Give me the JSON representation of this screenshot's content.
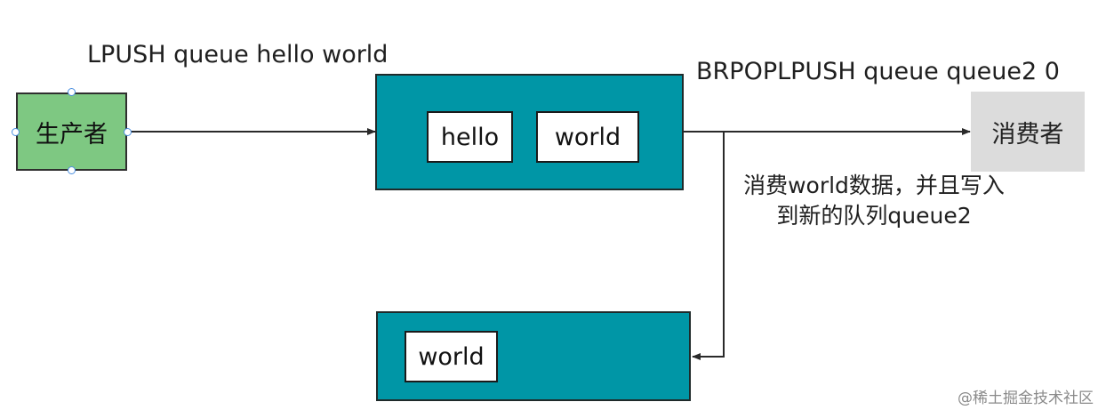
{
  "diagram": {
    "producer": {
      "label": "生产者",
      "color": "#7ec882"
    },
    "consumer": {
      "label": "消费者",
      "color": "#dcdcdc"
    },
    "queue": {
      "color": "#0096a6",
      "items": [
        "hello",
        "world"
      ]
    },
    "queue2": {
      "color": "#0096a6",
      "items": [
        "world"
      ]
    },
    "commands": {
      "lpush": "LPUSH queue hello world",
      "brpoplpush": "BRPOPLPUSH queue queue2 0"
    },
    "annotation": {
      "line1": "消费world数据，并且写入",
      "line2": "到新的队列queue2"
    }
  },
  "watermark": "@稀土掘金技术社区"
}
